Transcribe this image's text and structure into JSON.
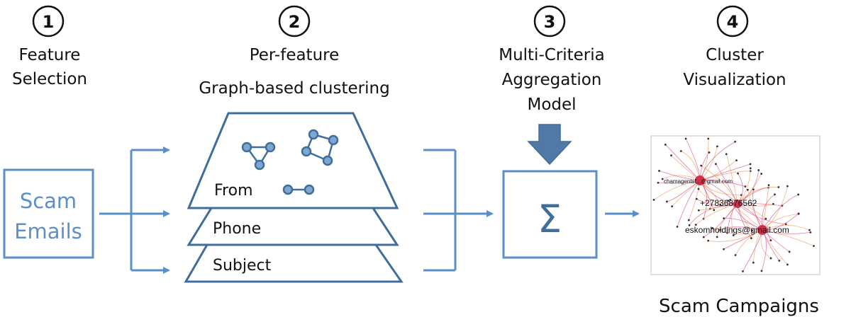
{
  "steps": [
    {
      "number": "1",
      "title_lines": [
        "Feature",
        "Selection"
      ]
    },
    {
      "number": "2",
      "title_lines": [
        "Per-feature",
        "Graph-based clustering"
      ]
    },
    {
      "number": "3",
      "title_lines": [
        "Multi-Criteria",
        "Aggregation",
        "Model"
      ]
    },
    {
      "number": "4",
      "title_lines": [
        "Cluster",
        "Visualization"
      ]
    }
  ],
  "input_box": {
    "lines": [
      "Scam",
      "Emails"
    ]
  },
  "layers": [
    {
      "label": "From"
    },
    {
      "label": "Phone"
    },
    {
      "label": "Subject"
    }
  ],
  "aggregation_symbol": "Σ",
  "visualization": {
    "labels": [
      "chamagentsf...@gmail.com",
      "+27836876562",
      "eskomholdings@gmail.com"
    ]
  },
  "output_label": "Scam Campaigns",
  "colors": {
    "blue": "#5b8fc7",
    "dark_blue": "#3f6d9c",
    "pink": "#e0508a",
    "orange": "#f09a5a"
  }
}
